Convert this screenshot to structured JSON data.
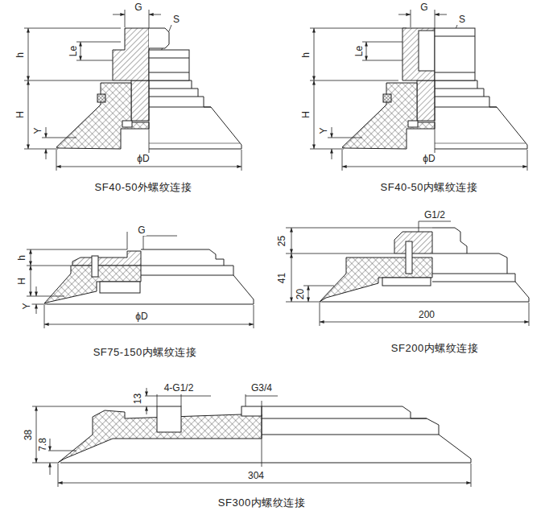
{
  "diagram": {
    "labels": [
      "G",
      "S",
      "h",
      "Le",
      "H",
      "Y",
      "ϕD",
      "SF40-50外螺纹连接",
      "G",
      "S",
      "h",
      "Le",
      "H",
      "Y",
      "ϕD",
      "SF40-50内螺纹连接",
      "G",
      "h",
      "H",
      "Y",
      "ϕD",
      "SF75-150内螺纹连接",
      "G1/2",
      "25",
      "41",
      "20",
      "200",
      "SF200内螺纹连接",
      "4-G1/2",
      "G3/4",
      "13",
      "38",
      "7.8",
      "304",
      "SF300内螺纹连接"
    ]
  }
}
